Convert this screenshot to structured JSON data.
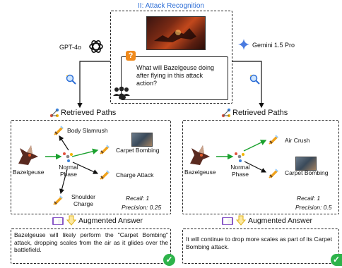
{
  "title": "II: Attack Recognition",
  "models": {
    "left": "GPT-4o",
    "right": "Gemini 1.5 Pro"
  },
  "question": "What will Bazelgeuse doing after flying in this attack action?",
  "sections": {
    "retrieved_paths": "Retrieved Paths",
    "augmented_answer": "Augmented Answer"
  },
  "left_graph": {
    "entity": "Bazelgeuse",
    "phase": "Normal Phase",
    "attacks": [
      "Body Slamrush",
      "Carpet Bombing",
      "Charge Attack",
      "Shoulder Charge"
    ],
    "recall": "Recall: 1",
    "precision": "Precision: 0.25"
  },
  "right_graph": {
    "entity": "Bazelgeuse",
    "phase": "Normal Phase",
    "attacks": [
      "Air Crush",
      "Carpet Bombing"
    ],
    "recall": "Recall: 1",
    "precision": "Precision: 0.5"
  },
  "answers": {
    "left": "Bazelgeuse will likely perform the \"Carpet Bombing\" attack, dropping scales from the air as it glides over the battlefield.",
    "right": "It will continue to drop more scales as part of its Carpet Bombing attack."
  },
  "colors": {
    "accent_blue": "#2f6fd6",
    "edge_green": "#1aa12e",
    "check_green": "#2db34a",
    "question_orange": "#f08a1c"
  }
}
